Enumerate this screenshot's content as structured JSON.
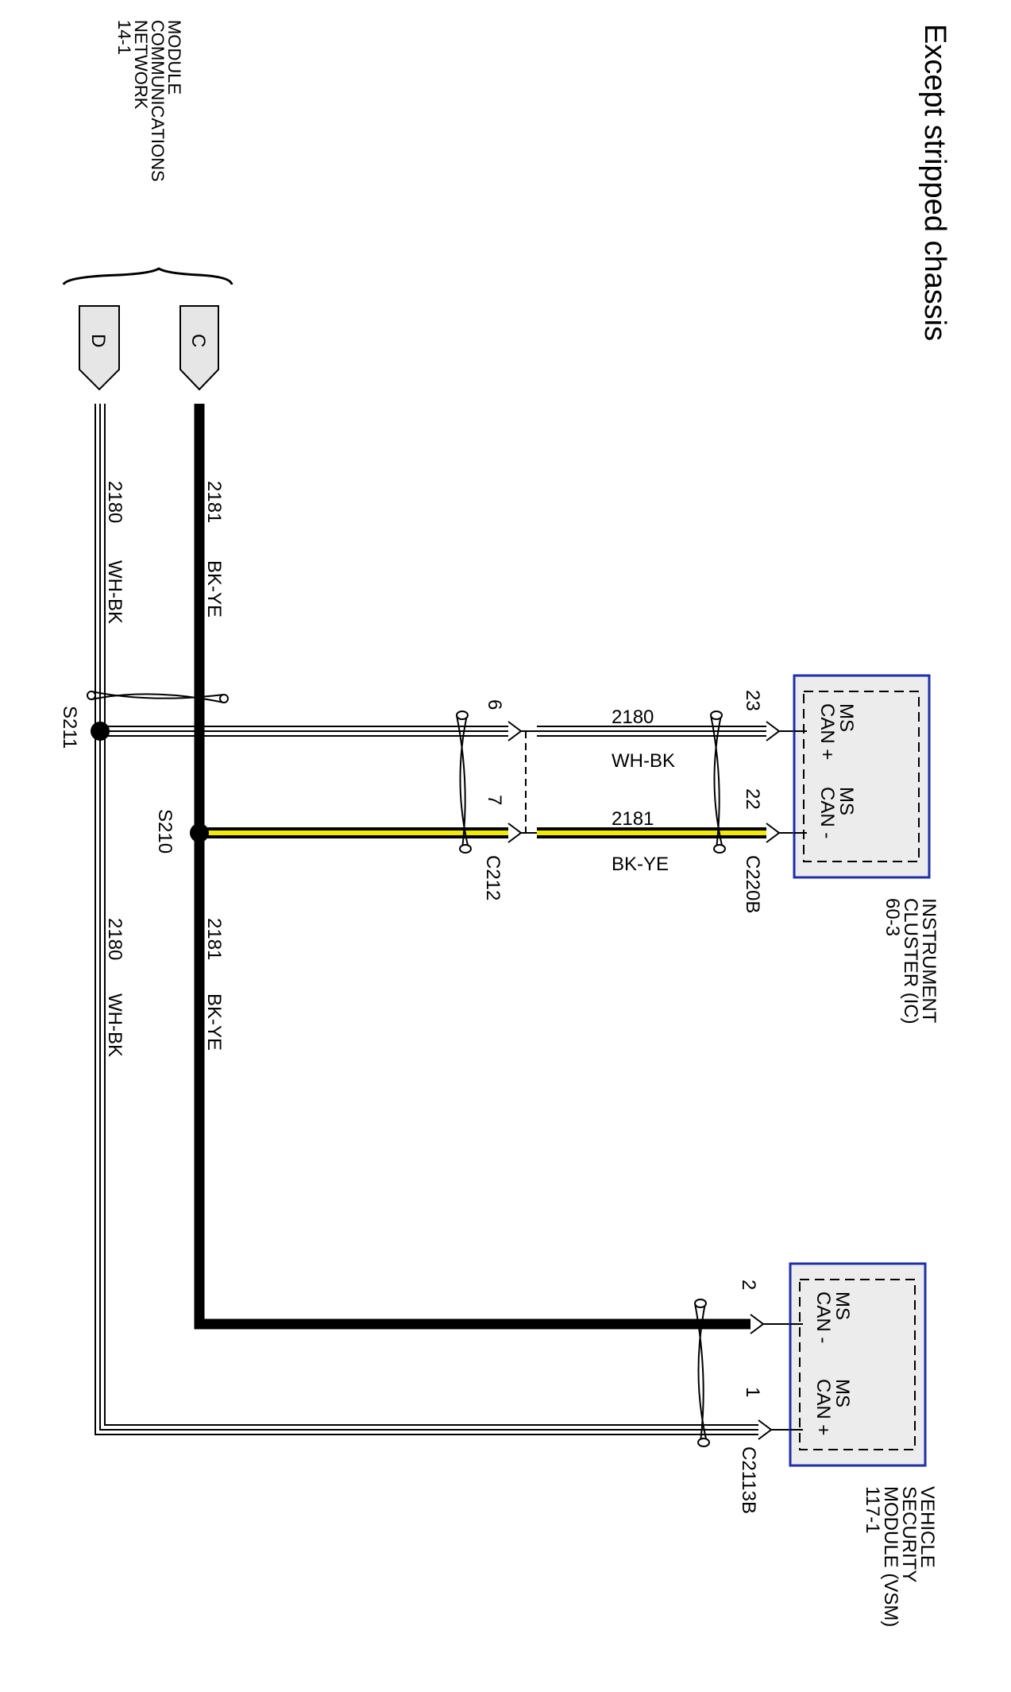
{
  "title": "Except stripped chassis",
  "network_ref": {
    "lines": [
      "MODULE",
      "COMMUNICATIONS",
      "NETWORK",
      "14-1"
    ]
  },
  "connectors": {
    "c": "C",
    "d": "D"
  },
  "wires": {
    "canminus": {
      "circuit": "2181",
      "color": "BK-YE"
    },
    "canplus": {
      "circuit": "2180",
      "color": "WH-BK"
    }
  },
  "splices": {
    "s210": "S210",
    "s211": "S211"
  },
  "connector_ids": {
    "c212": "C212",
    "c220b": "C220B",
    "c2113b": "C2113B"
  },
  "pins": {
    "c212_plus": "6",
    "c212_minus": "7",
    "c220b_plus": "23",
    "c220b_minus": "22",
    "c2113b_minus": "2",
    "c2113b_plus": "1"
  },
  "instrument_cluster": {
    "name_lines": [
      "INSTRUMENT",
      "CLUSTER (IC)",
      "60-3"
    ],
    "pin_plus": [
      "MS",
      "CAN +"
    ],
    "pin_minus": [
      "MS",
      "CAN -"
    ]
  },
  "vsm": {
    "name_lines": [
      "VEHICLE",
      "SECURITY",
      "MODULE (VSM)",
      "117-1"
    ],
    "pin_minus": [
      "MS",
      "CAN -"
    ],
    "pin_plus": [
      "MS",
      "CAN +"
    ]
  },
  "colors": {
    "wire_black": "#000000",
    "wire_yellow": "#f2ea00",
    "module_border": "#1f2fa8",
    "module_fill": "#ececec"
  }
}
